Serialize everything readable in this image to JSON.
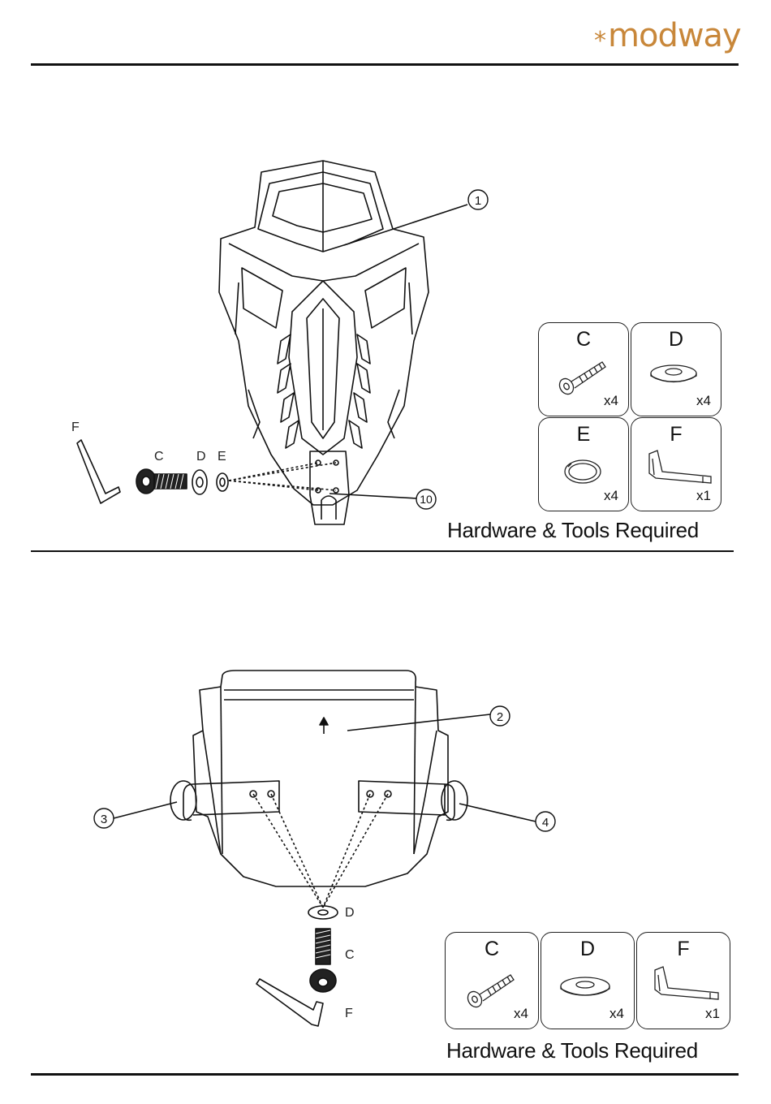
{
  "brand": {
    "logo_text": "modway",
    "logo_mark": "*"
  },
  "step1": {
    "hardware_title": "Hardware & Tools Required",
    "cards": [
      {
        "letter": "C",
        "qty": "x4",
        "icon": "bolt-icon"
      },
      {
        "letter": "D",
        "qty": "x4",
        "icon": "flat-washer-icon"
      },
      {
        "letter": "E",
        "qty": "x4",
        "icon": "split-washer-icon"
      },
      {
        "letter": "F",
        "qty": "x1",
        "icon": "allen-key-icon"
      }
    ],
    "callouts": [
      "1",
      "10"
    ],
    "part_labels": {
      "f": "F",
      "c": "C",
      "d": "D",
      "e": "E"
    }
  },
  "step2": {
    "hardware_title": "Hardware & Tools Required",
    "cards": [
      {
        "letter": "C",
        "qty": "x4",
        "icon": "bolt-icon"
      },
      {
        "letter": "D",
        "qty": "x4",
        "icon": "flat-washer-icon"
      },
      {
        "letter": "F",
        "qty": "x1",
        "icon": "allen-key-icon"
      }
    ],
    "callouts": [
      "2",
      "3",
      "4"
    ],
    "part_labels": {
      "d": "D",
      "c": "C",
      "f": "F"
    }
  }
}
